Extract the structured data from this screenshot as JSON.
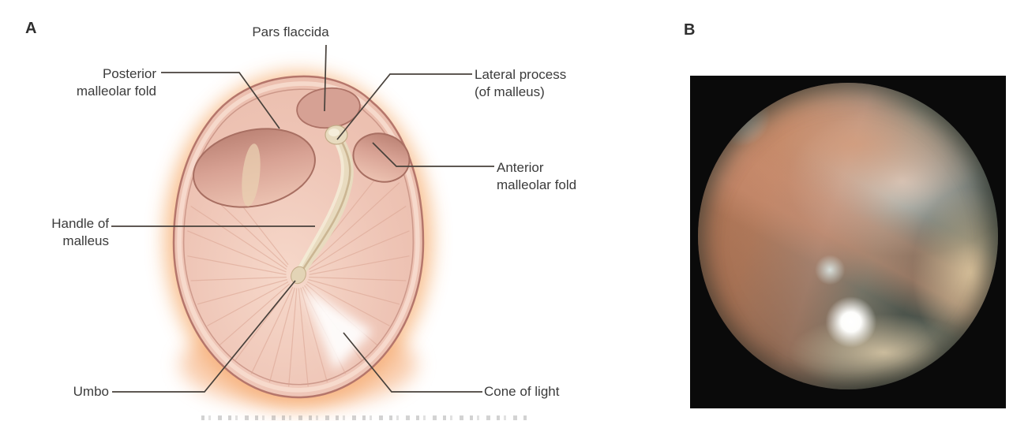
{
  "panels": {
    "a": {
      "letter": "A",
      "labels": {
        "pars_flaccida": "Pars flaccida",
        "posterior_malleolar_fold": [
          "Posterior",
          "malleolar fold"
        ],
        "lateral_process": [
          "Lateral process",
          "(of malleus)"
        ],
        "anterior_malleolar_fold": [
          "Anterior",
          "malleolar fold"
        ],
        "handle_of_malleus": [
          "Handle of",
          "malleus"
        ],
        "umbo": "Umbo",
        "cone_of_light": "Cone of light"
      },
      "colors": {
        "membrane_pink": "#eec4b5",
        "rim_rose": "#b5766b",
        "glow_peach": "#f8bb87",
        "malleus_cream": "#e8dbbf",
        "fold_mauve": "#d8a294",
        "cone_white": "#ffffff",
        "label_text": "#3b3b3b",
        "leader_line": "#48413b"
      }
    },
    "b": {
      "letter": "B",
      "photo_colors": {
        "frame_black": "#0a0a0a",
        "membrane_salmon": "#bd8465",
        "shadow_teal": "#475650",
        "annulus_tan": "#d9c49d",
        "light_reflex_white": "#ffffff"
      }
    }
  }
}
